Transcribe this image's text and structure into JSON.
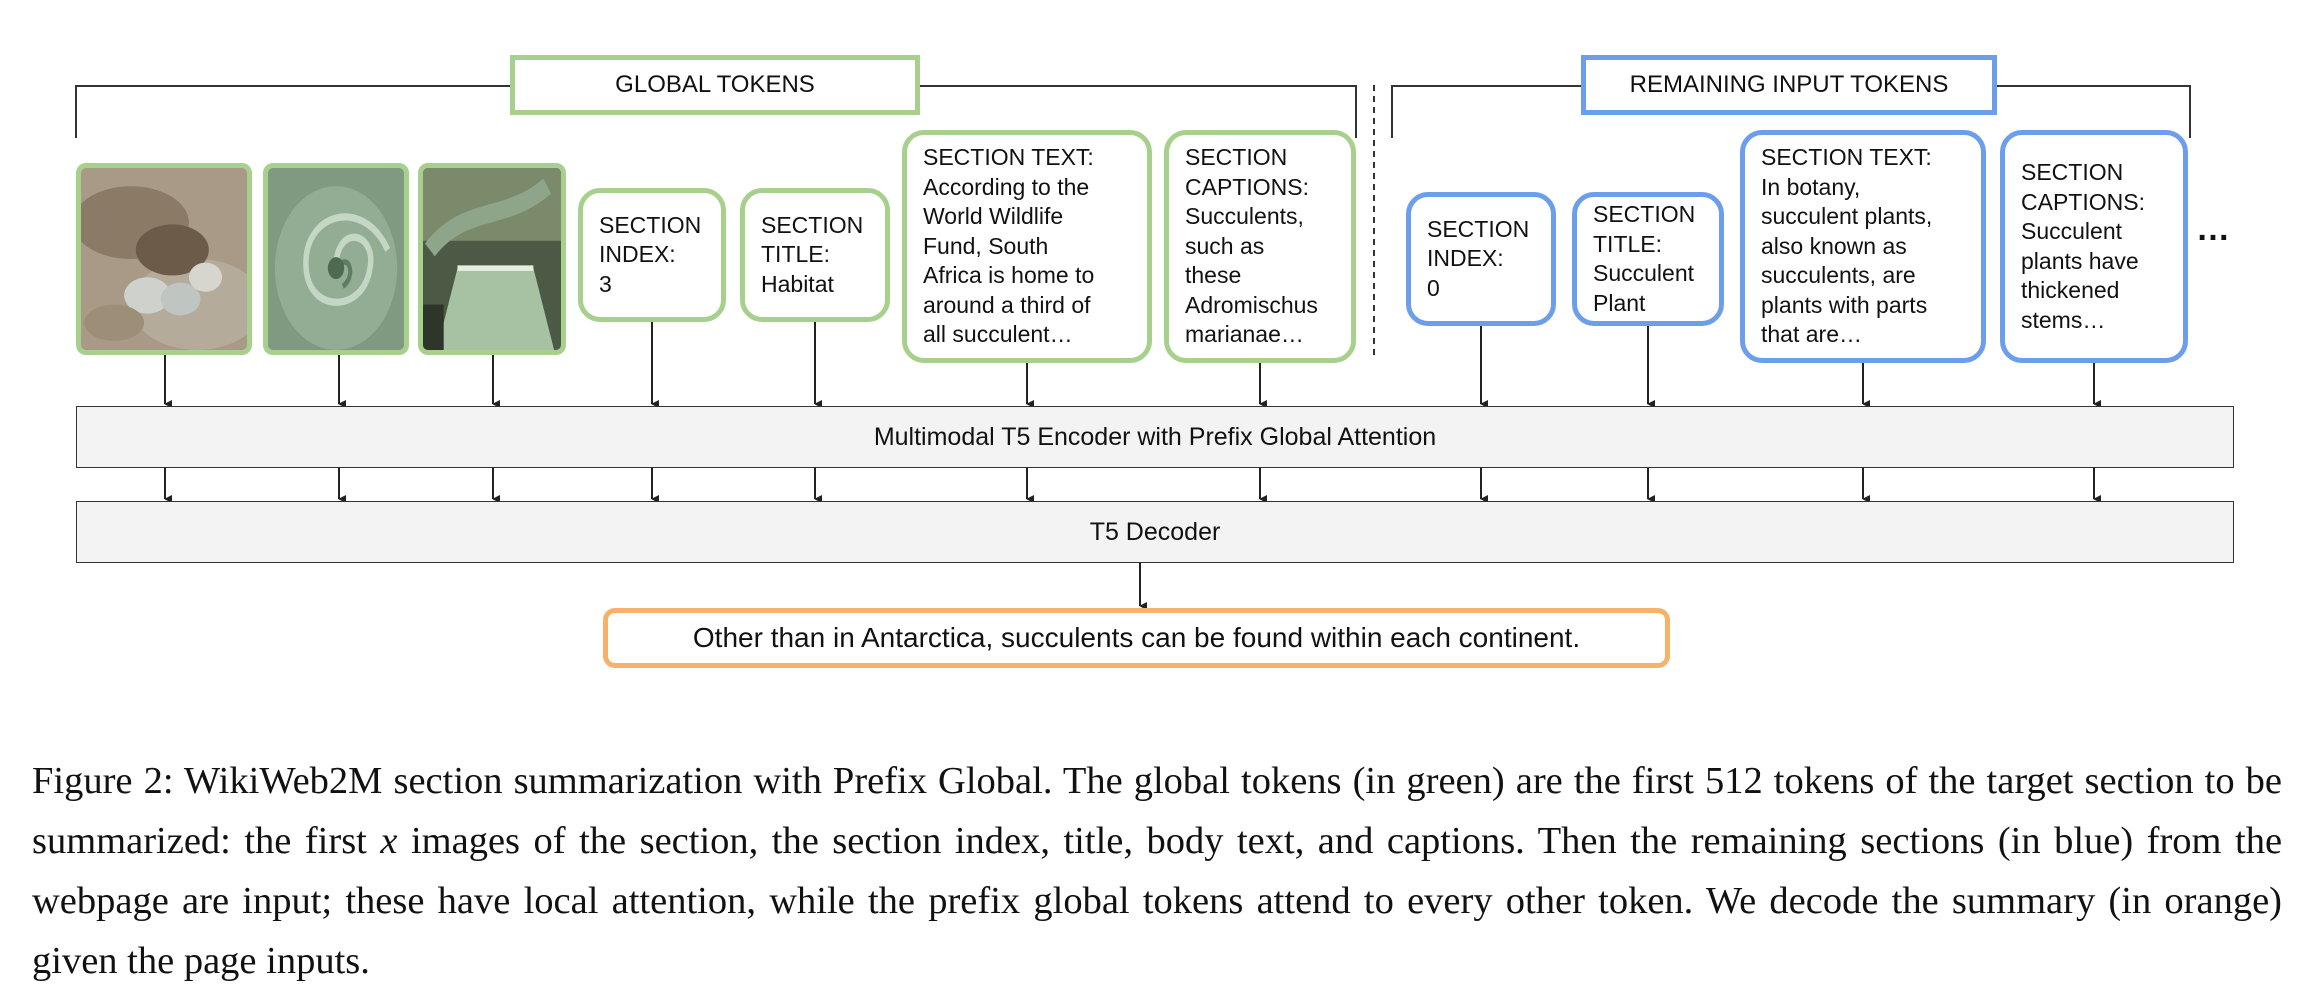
{
  "figure": {
    "global_header": "GLOBAL TOKENS",
    "remaining_header": "REMAINING INPUT TOKENS",
    "global_tokens": [
      {
        "type": "image",
        "icon": "succulent-rocks-photo"
      },
      {
        "type": "image",
        "icon": "spiral-aloe-photo"
      },
      {
        "type": "image",
        "icon": "aloe-leaf-photo"
      },
      {
        "type": "text",
        "text": "SECTION\nINDEX:\n3"
      },
      {
        "type": "text",
        "text": "SECTION\nTITLE:\nHabitat"
      },
      {
        "type": "text",
        "text": "SECTION TEXT:\nAccording to the\nWorld Wildlife\nFund, South\nAfrica is home to\naround a third of\nall succulent…"
      },
      {
        "type": "text",
        "text": "SECTION\nCAPTIONS:\nSucculents,\nsuch as\nthese\nAdromischus\nmarianae…"
      }
    ],
    "remaining_tokens": [
      {
        "text": "SECTION\nINDEX:\n0"
      },
      {
        "text": "SECTION\nTITLE:\nSucculent\nPlant"
      },
      {
        "text": "SECTION TEXT:\nIn botany,\nsucculent plants,\nalso known as\nsucculents, are\nplants with parts\nthat are…"
      },
      {
        "text": "SECTION\nCAPTIONS:\nSucculent\nplants have\nthickened\nstems…"
      }
    ],
    "ellipsis": "…",
    "encoder_label": "Multimodal T5 Encoder with Prefix Global Attention",
    "decoder_label": "T5 Decoder",
    "summary_text": "Other than in Antarctica, succulents can be found within each continent.",
    "colors": {
      "global": "#a8d08d",
      "remaining": "#6d9eeb",
      "summary": "#f6b26b"
    }
  },
  "caption": {
    "label": "Figure 2:",
    "part1": "WikiWeb2M section summarization with Prefix Global.  The global tokens (in green) are the first 512 tokens of the target section to be summarized: the first",
    "math_var": "x",
    "part2": "images of the section, the section index, title, body text, and captions. Then the remaining sections (in blue) from the webpage are input; these have local attention, while the prefix global tokens attend to every other token. We decode the summary (in orange) given the page inputs."
  }
}
